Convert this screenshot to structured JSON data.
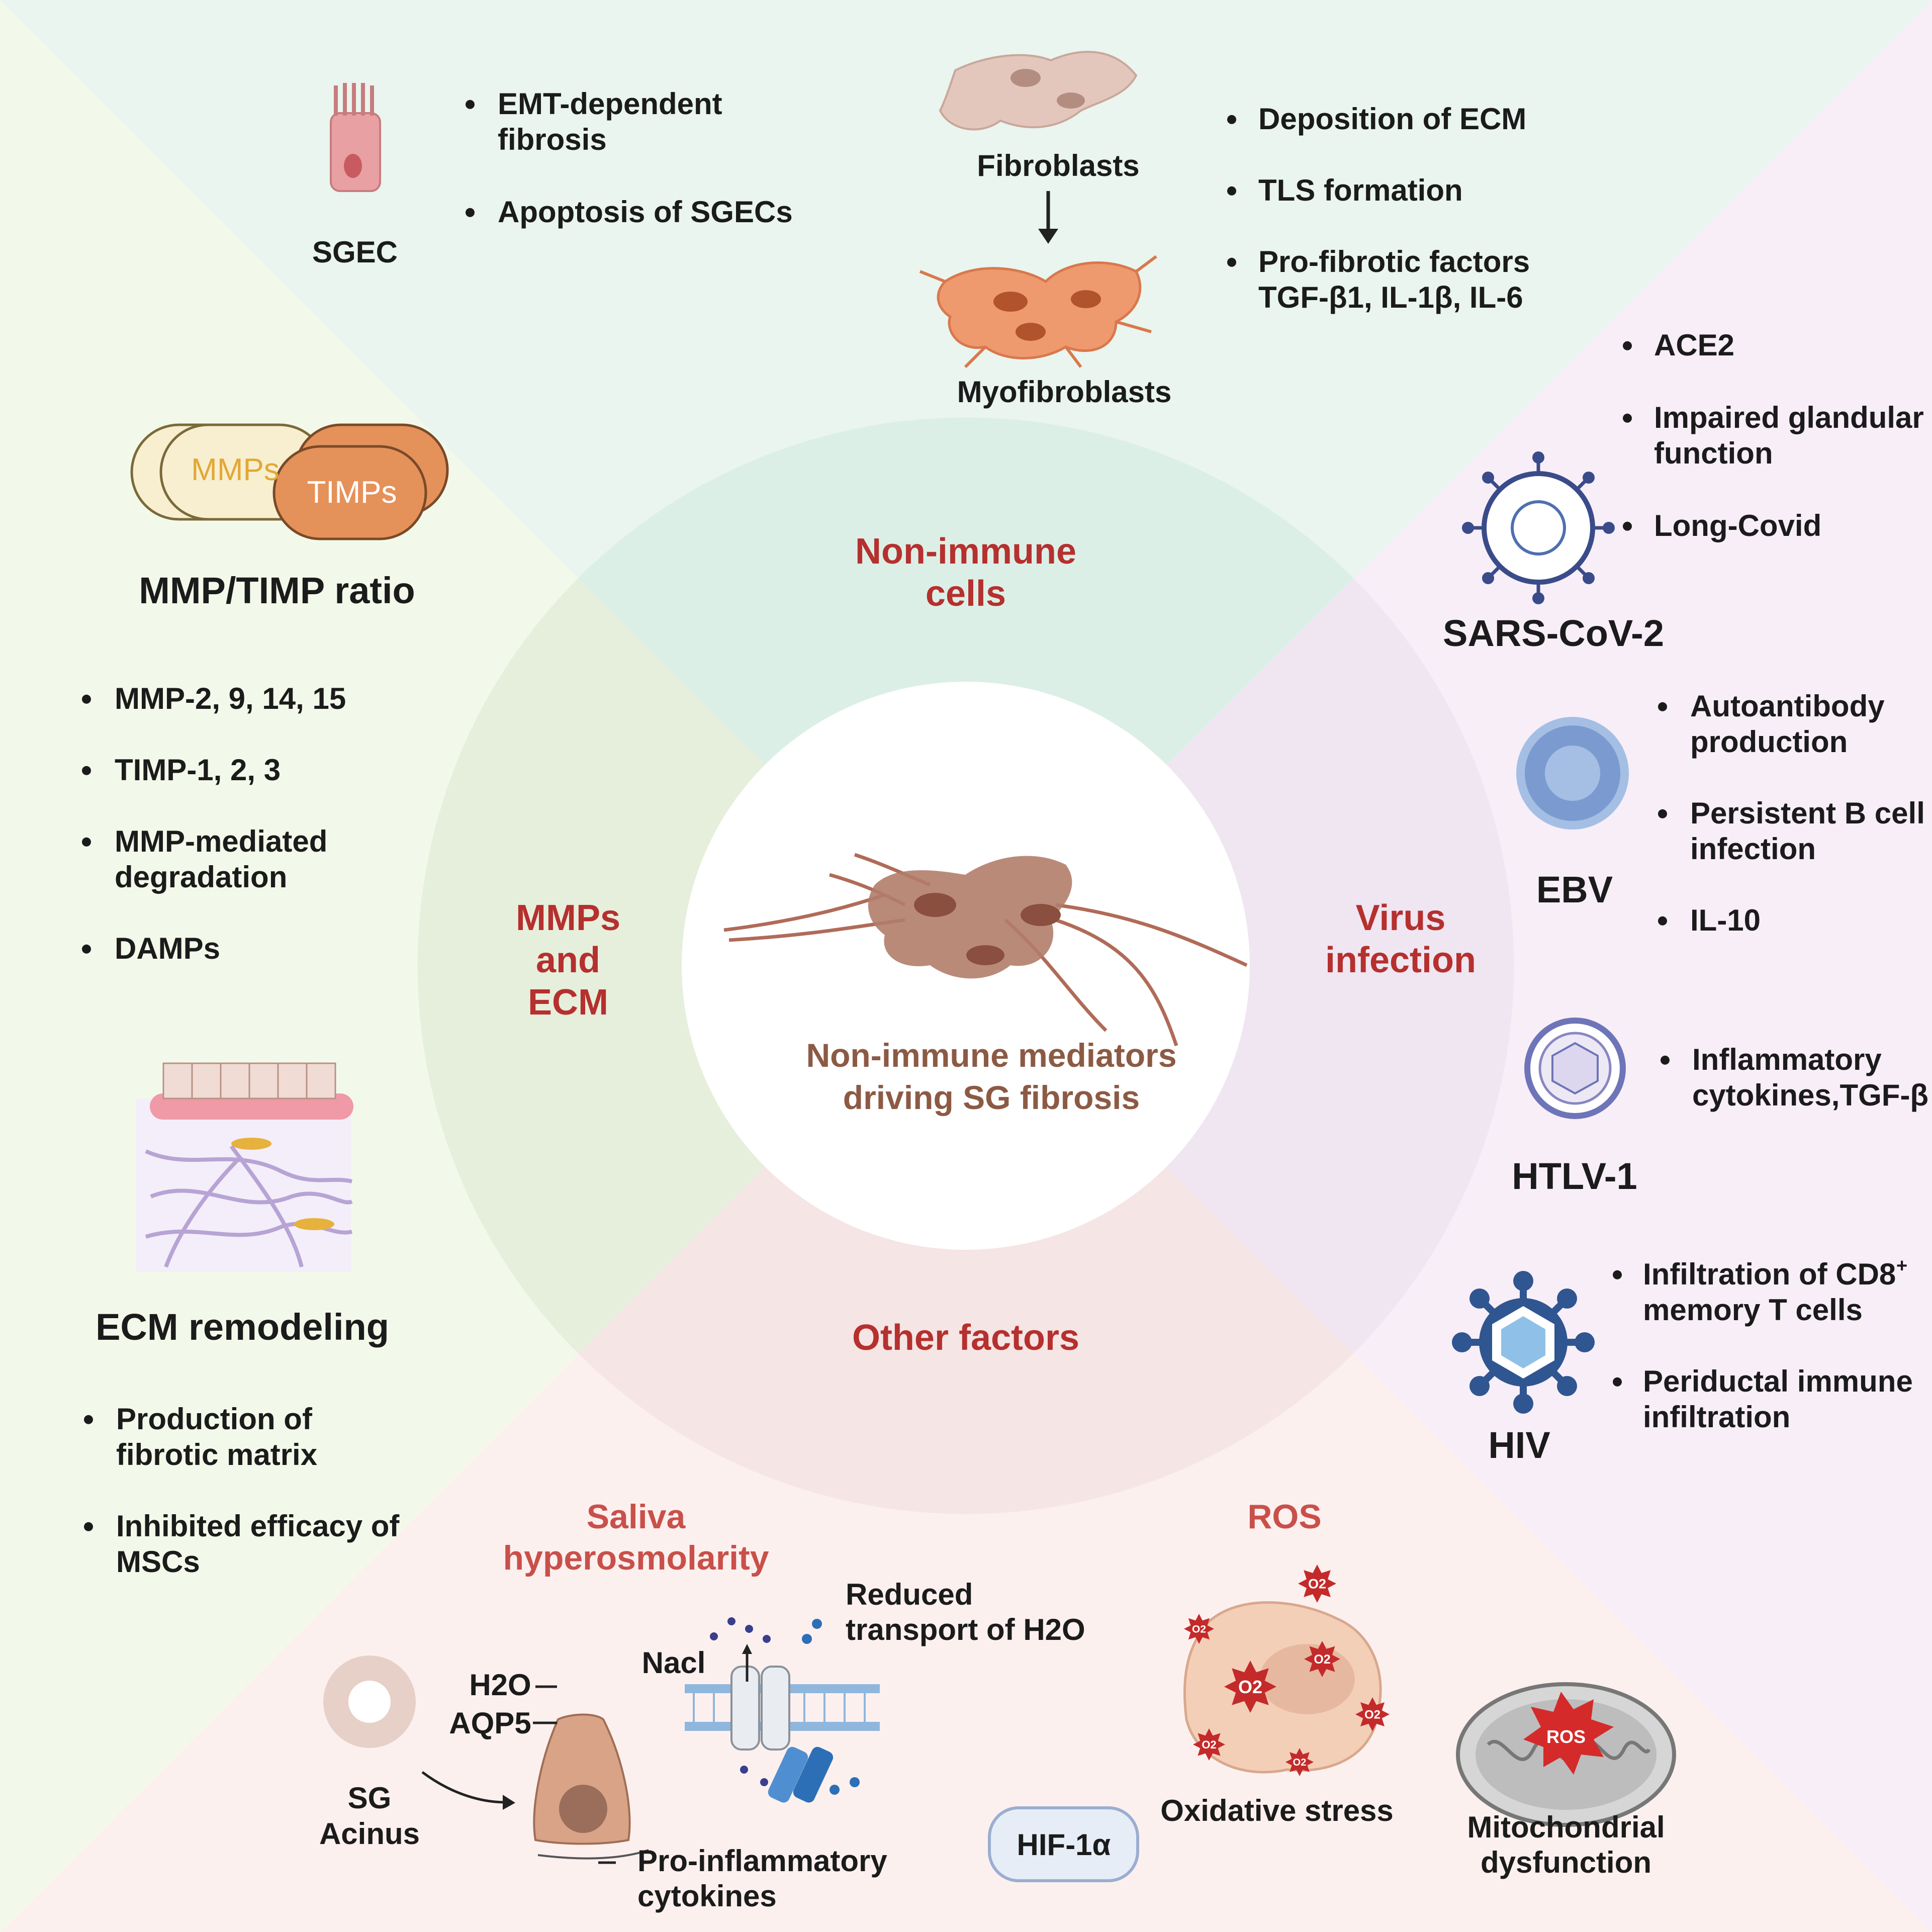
{
  "center": {
    "line1": "Non-immune mediators",
    "line2": "driving SG fibrosis"
  },
  "sections": {
    "non_immune_cells": {
      "line1": "Non-immune",
      "line2": "cells"
    },
    "mmps_ecm": {
      "line1": "MMPs",
      "line2": "and",
      "line3": "ECM"
    },
    "virus_infection": {
      "line1": "Virus",
      "line2": "infection"
    },
    "other_factors": {
      "line1": "Other factors"
    }
  },
  "sgec": {
    "label": "SGEC",
    "bullets": [
      [
        "EMT-dependent",
        "fibrosis"
      ],
      [
        "Apoptosis of SGECs"
      ]
    ]
  },
  "fibroblasts": {
    "label_top": "Fibroblasts",
    "label_bottom": "Myofibroblasts",
    "bullets": [
      [
        "Deposition of ECM"
      ],
      [
        "TLS formation"
      ],
      [
        "Pro-fibrotic factors",
        "TGF-β1, IL-1β, IL-6"
      ]
    ]
  },
  "mmp_timp": {
    "icon_mmps": "MMPs",
    "icon_timps": "TIMPs",
    "title": "MMP/TIMP ratio",
    "bullets": [
      [
        "MMP-2, 9, 14, 15"
      ],
      [
        "TIMP-1, 2, 3"
      ],
      [
        "MMP-mediated",
        "degradation"
      ],
      [
        "DAMPs"
      ]
    ]
  },
  "ecm_remodeling": {
    "title": "ECM remodeling",
    "bullets": [
      [
        "Production of",
        "fibrotic matrix"
      ],
      [
        "Inhibited efficacy of",
        "MSCs"
      ]
    ]
  },
  "viruses": {
    "sars": {
      "name": "SARS-CoV-2",
      "bullets": [
        [
          "ACE2"
        ],
        [
          "Impaired glandular",
          "function"
        ],
        [
          "Long-Covid"
        ]
      ]
    },
    "ebv": {
      "name": "EBV",
      "bullets": [
        [
          "Autoantibody",
          "production"
        ],
        [
          "Persistent B cell",
          "infection"
        ],
        [
          "IL-10"
        ]
      ]
    },
    "htlv": {
      "name": "HTLV-1",
      "bullets": [
        [
          "Inflammatory",
          "cytokines,TGF-β"
        ]
      ]
    },
    "hiv": {
      "name": "HIV",
      "bullets": [
        [
          "Infiltration of CD8",
          "memory T cells"
        ],
        [
          "Periductal immune",
          " infiltration"
        ]
      ],
      "superscript": "+"
    }
  },
  "saliva": {
    "title_line1": "Saliva",
    "title_line2": "hyperosmolarity",
    "acinus_line1": "SG",
    "acinus_line2": "Acinus",
    "h2o": "H2O",
    "aqp5": "AQP5",
    "nacl": "Nacl",
    "reduced_line1": "Reduced",
    "reduced_line2": "transport of H2O",
    "cytokines_line1": "Pro-inflammatory",
    "cytokines_line2": "cytokines",
    "hif": "HIF-1α"
  },
  "ros": {
    "title": "ROS",
    "oxidative": "Oxidative stress",
    "mito_line1": "Mitochondrial",
    "mito_line2": "dysfunction",
    "mito_badge": "ROS",
    "o2_symbol": "O2"
  },
  "colors": {
    "section_title": "#b5302e",
    "top_quadrant": "#e8f4ee",
    "left_quadrant": "#f2f8e8",
    "right_quadrant": "#f7ecf6",
    "bottom_quadrant": "#fbeeee"
  }
}
